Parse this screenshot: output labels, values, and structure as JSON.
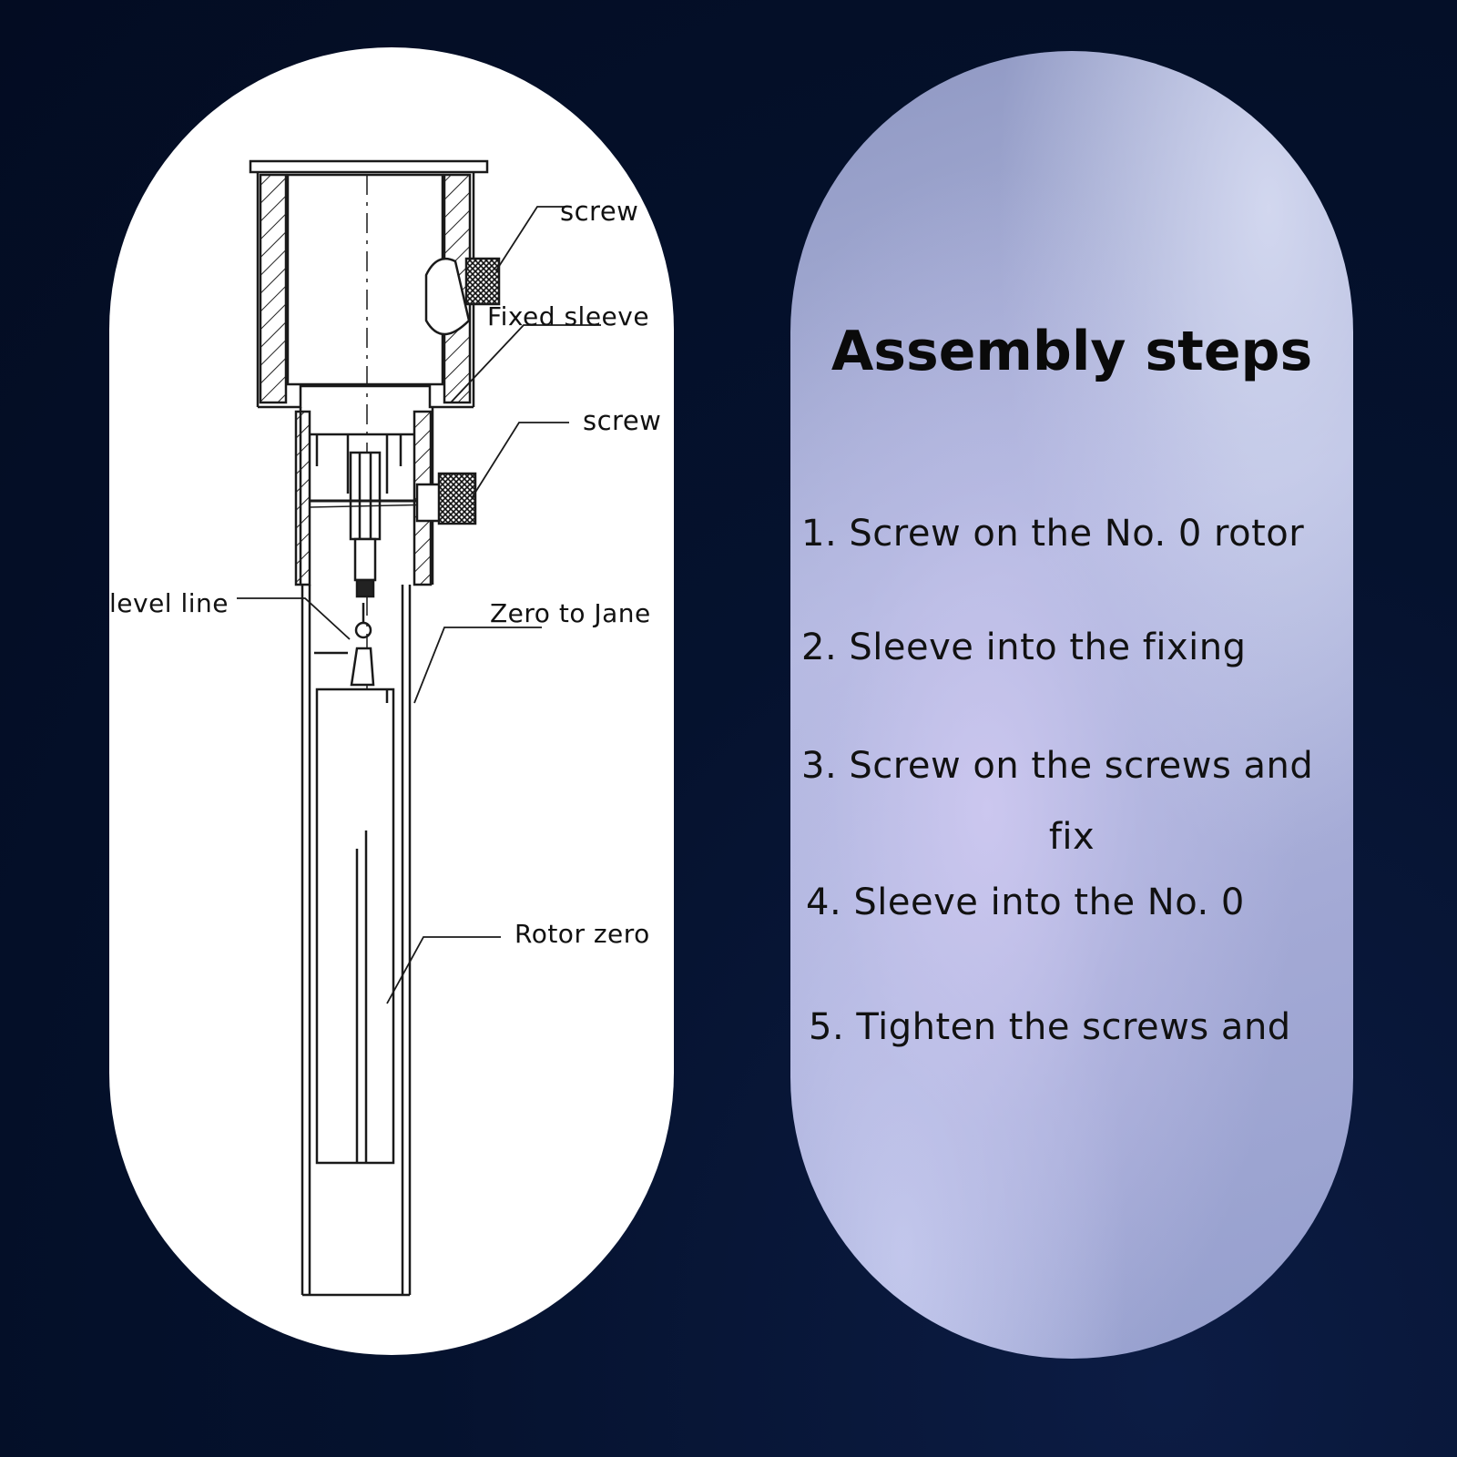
{
  "diagram": {
    "labels": {
      "screw_top": "screw",
      "fixed_sleeve": "Fixed sleeve",
      "screw_mid": "screw",
      "level_line": "level line",
      "zero_to_jane": "Zero to Jane",
      "rotor_zero": "Rotor zero"
    }
  },
  "steps": {
    "title": "Assembly steps",
    "items": [
      "1. Screw on the No. 0 rotor",
      "2. Sleeve into the fixing",
      "3. Screw on the screws and",
      "fix",
      "4. Sleeve into the No. 0",
      "5. Tighten the screws and"
    ]
  }
}
